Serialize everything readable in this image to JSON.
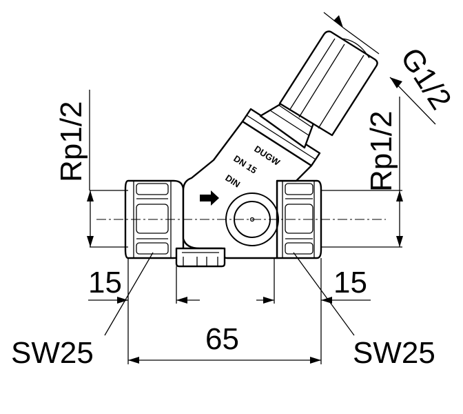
{
  "dimensions": {
    "thread_left": "Rp1/2",
    "thread_right": "Rp1/2",
    "thread_top": "G1/2",
    "offset_left": "15",
    "offset_right": "15",
    "length": "65",
    "wrench_left": "SW25",
    "wrench_right": "SW25"
  },
  "marking": {
    "brand": "DUGW",
    "size": "DN 15",
    "standard": "DIN"
  }
}
